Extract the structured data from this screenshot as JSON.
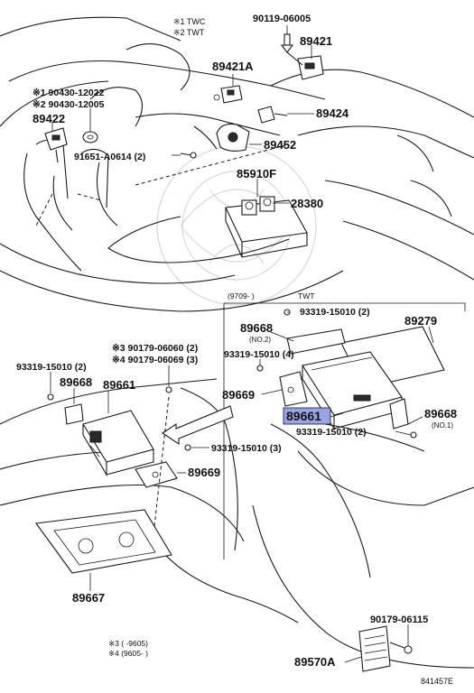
{
  "legend": {
    "note1": "※1  TWC",
    "note2": "※2  TWT",
    "note3": "※3 (      -9605)",
    "note4": "※4 (9605-      )"
  },
  "bracket_header": {
    "left": "(9709-      )",
    "right": "TWT"
  },
  "labels": {
    "p90119_06005": "90119-06005",
    "p89421": "89421",
    "p89421A": "89421A",
    "p90430_12022": "※1 90430-12022",
    "p90430_12005": "※2 90430-12005",
    "p89422": "89422",
    "p89424": "89424",
    "p89452": "89452",
    "p91651": "91651-A0614 (2)",
    "p85910F": "85910F",
    "p28380": "28380",
    "p89668_no2": "89668",
    "p89668_no2_sub": "(NO.2)",
    "p93319_15010_2_top": "93319-15010 (2)",
    "p89279": "89279",
    "p93319_15010_4": "93319-15010 (4)",
    "p90179_06060": "※3 90179-06060 (2)",
    "p90179_06069": "※4 90179-06069 (3)",
    "p93319_15010_2_left": "93319-15010 (2)",
    "p89668_left": "89668",
    "p89661_left": "89661",
    "p89669_right": "89669",
    "p89661_highlight": "89661",
    "p89668_no1": "89668",
    "p89668_no1_sub": "(NO.1)",
    "p93319_15010_2_right": "93319-15010 (2)",
    "p93319_15010_3": "93319-15010 (3)",
    "p89669_bottom": "89669",
    "p89667": "89667",
    "p90179_06115": "90179-06115",
    "p89570A": "89570A"
  },
  "figure_id": "841457E",
  "colors": {
    "highlight": "#9aa3e6",
    "ink": "#111111",
    "background": "#ffffff"
  }
}
